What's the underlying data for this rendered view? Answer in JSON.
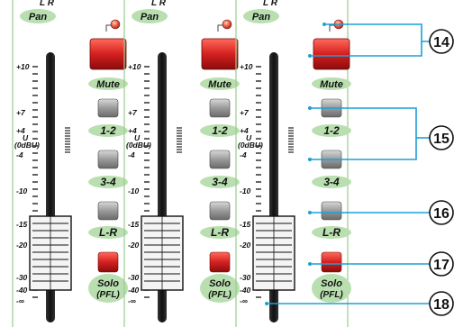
{
  "diagram": {
    "channel_count": 3,
    "labels": {
      "lr_top": "L   R",
      "pan": "Pan",
      "mute": "Mute",
      "sub_12": "1-2",
      "sub_34": "3-4",
      "sub_lr": "L-R",
      "solo": "Solo",
      "pfl": "(PFL)"
    },
    "fader_scale": {
      "plus10": "+10",
      "plus7": "+7",
      "plus4": "+4",
      "u": "U",
      "dbu": "(0dBU)",
      "minus4": "-4",
      "minus10": "-10",
      "minus15": "-15",
      "minus20": "-20",
      "minus30": "-30",
      "minus40": "-40",
      "infinity": "-∞"
    },
    "callouts": [
      "14",
      "15",
      "16",
      "17",
      "18"
    ],
    "watermark": "",
    "colors": {
      "green_label": "#b9dfb0",
      "mute_red": "#d42020",
      "solo_red": "#cc1a1a",
      "callout_line": "#1aa0d8",
      "strip_border": "#9acb8c",
      "led": "#e8604a"
    }
  }
}
